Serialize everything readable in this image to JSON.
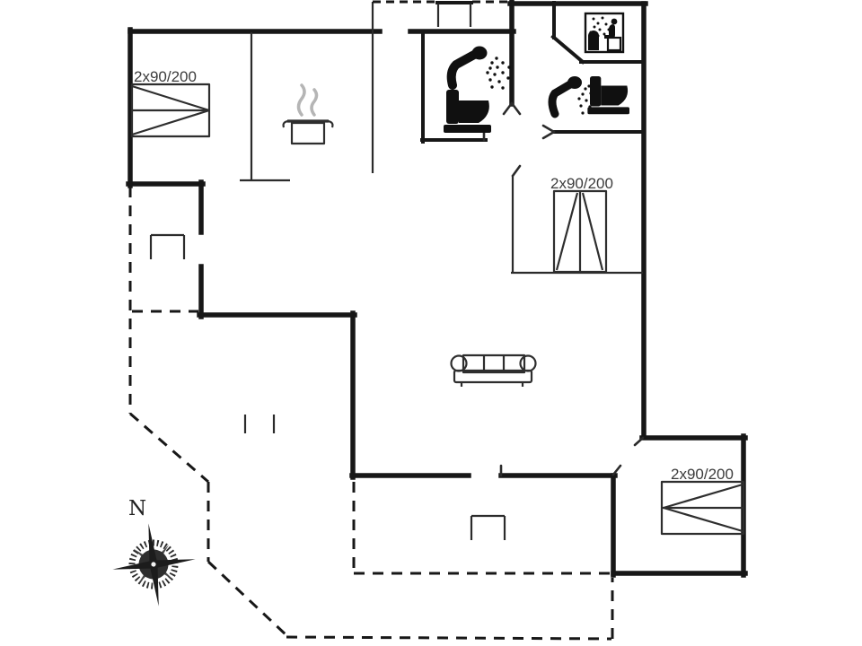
{
  "floorplan": {
    "labels": {
      "bed_top_left": "2x90/200",
      "bed_right": "2x90/200",
      "bed_bottom_right": "2x90/200",
      "compass_north": "N"
    },
    "colors": {
      "wall": "#171717",
      "thin": "#2b2b2b",
      "steam": "#b5b5b5",
      "text": "#3c3c3c",
      "bg": "#ffffff"
    },
    "icons": [
      "double-bed-icon",
      "stove-pot-icon",
      "steam-icon",
      "shower-icon",
      "toilet-icon",
      "sauna-icon",
      "sofa-icon",
      "terrace-step-icon",
      "compass-rose-icon"
    ]
  }
}
